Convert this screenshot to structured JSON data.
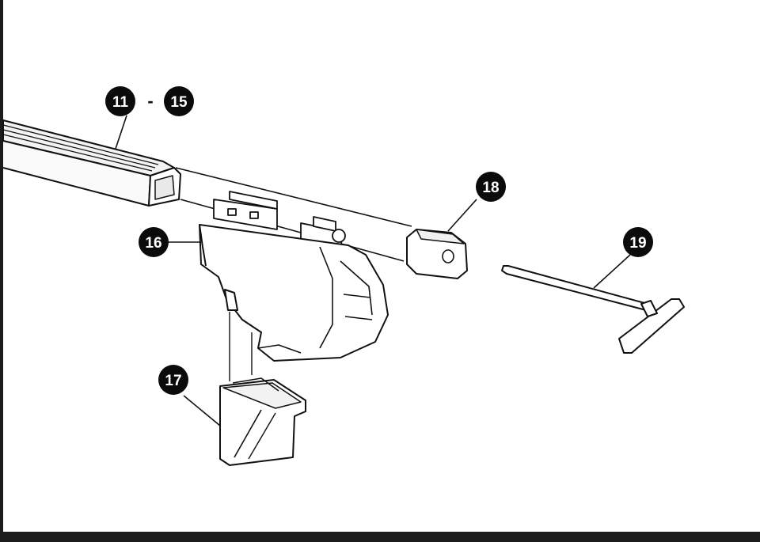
{
  "callouts": {
    "range_start": "11",
    "range_separator": "-",
    "range_end": "15",
    "clamp_foot": "16",
    "foot_pad": "17",
    "end_cap": "18",
    "t_key": "19"
  },
  "colors": {
    "background": "#ffffff",
    "line": "#111111",
    "badge": "#0b0b0b",
    "frame": "#1c1c1c"
  }
}
